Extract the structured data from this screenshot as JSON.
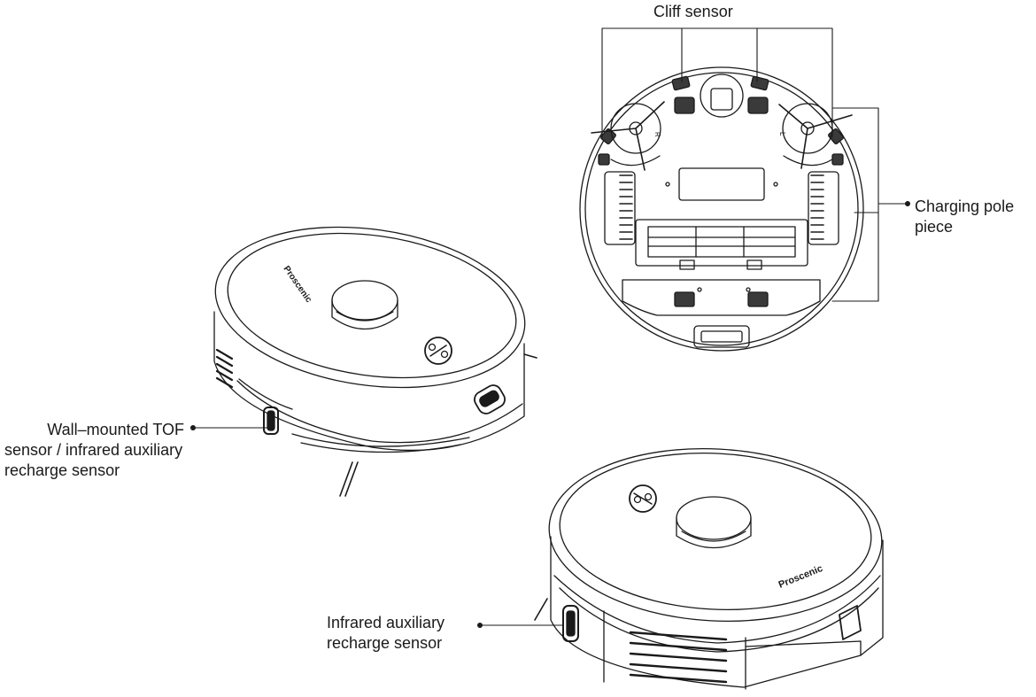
{
  "callouts": {
    "cliff_sensor": "Cliff sensor",
    "charging_pole": [
      "Charging pole",
      "piece"
    ],
    "wall_tof": [
      "Wall–mounted TOF",
      "sensor / infrared auxiliary",
      "recharge sensor"
    ],
    "infrared_aux": [
      "Infrared auxiliary",
      "recharge sensor"
    ]
  },
  "brand": "Proscenic",
  "wheel_marks": {
    "right": "R",
    "left": "L"
  },
  "colors": {
    "ink": "#1a1a1a",
    "background": "#ffffff",
    "panel": "#3a3a3a"
  }
}
